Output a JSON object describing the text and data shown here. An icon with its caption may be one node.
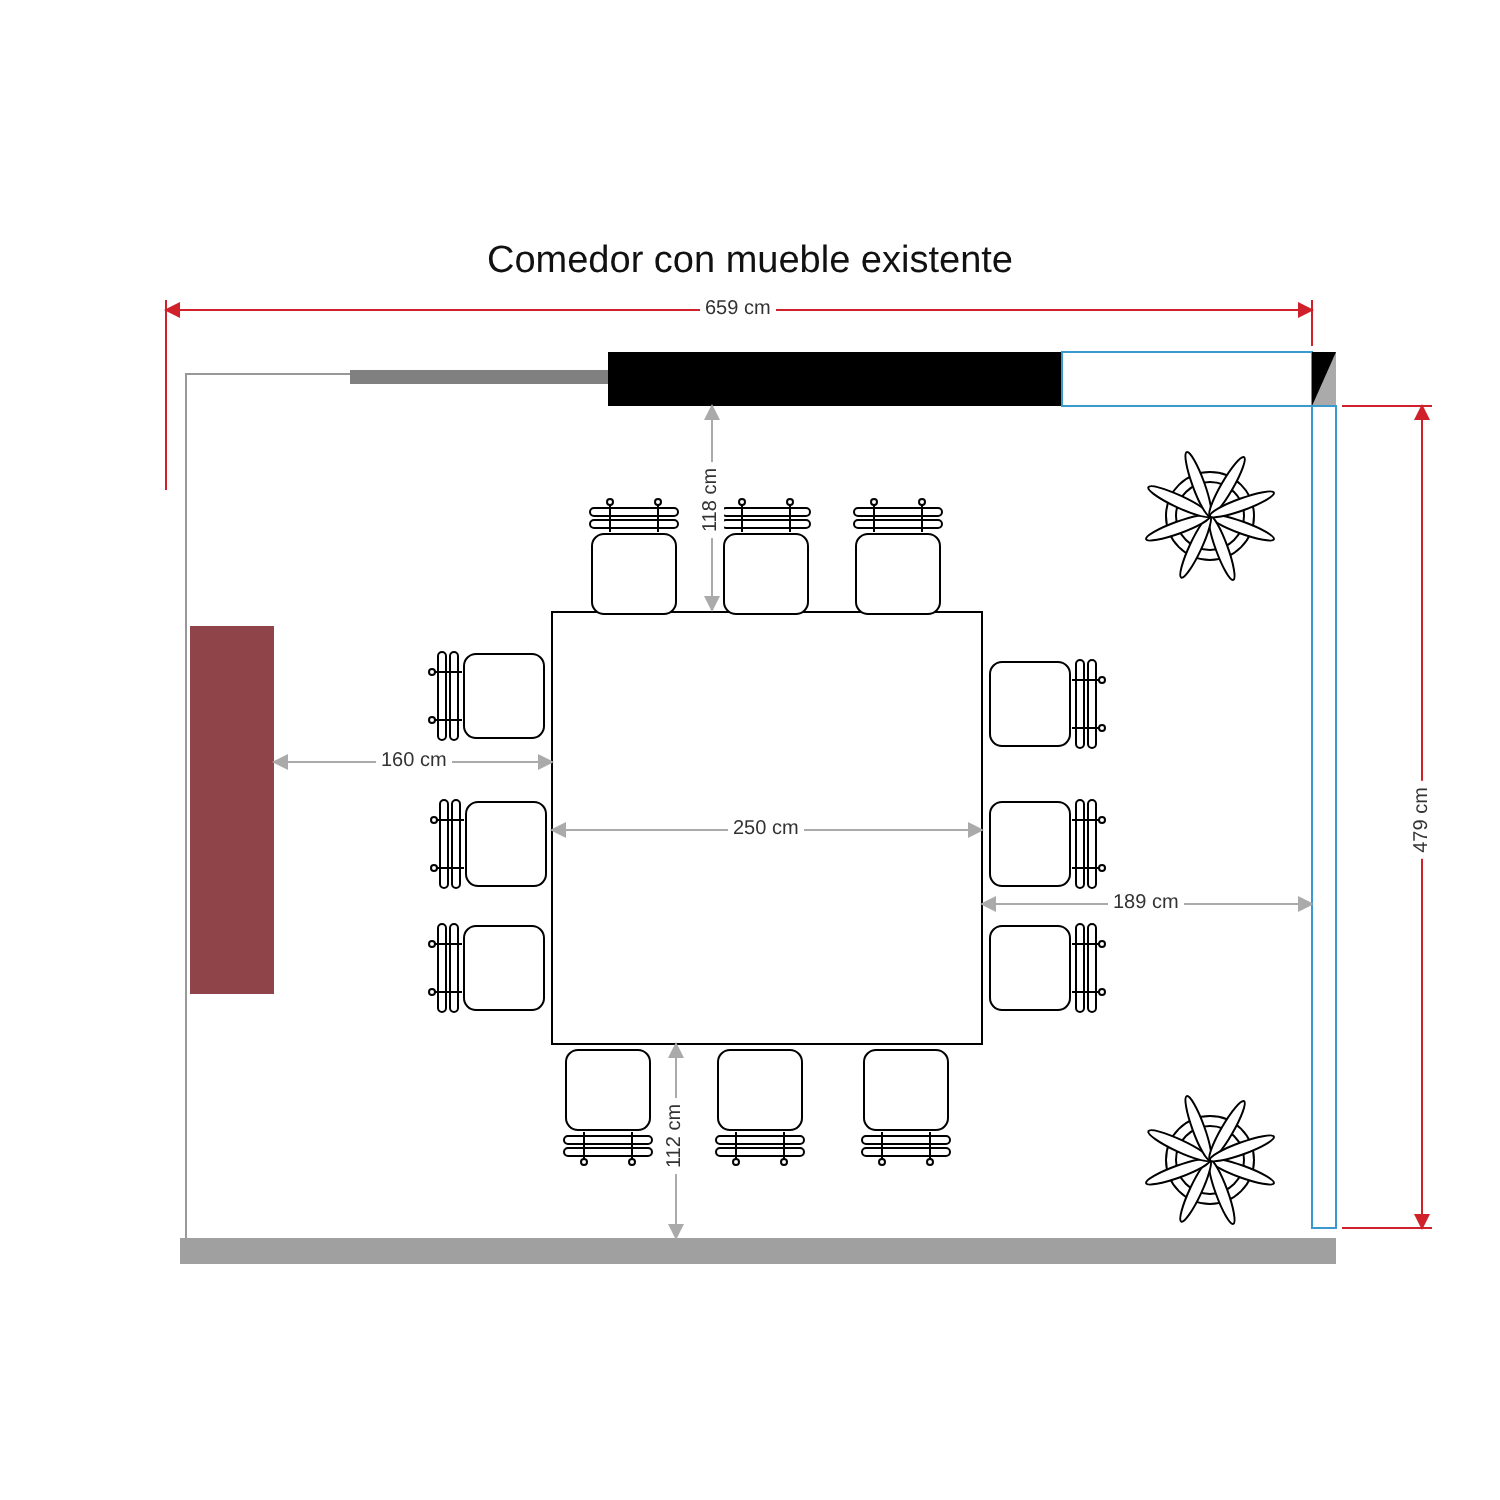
{
  "diagram": {
    "title": "Comedor con mueble existente",
    "labels": [
      "659 cm",
      "118 cm",
      "160 cm",
      "479 cm",
      "250 cm",
      "189 cm",
      "112 cm"
    ]
  }
}
